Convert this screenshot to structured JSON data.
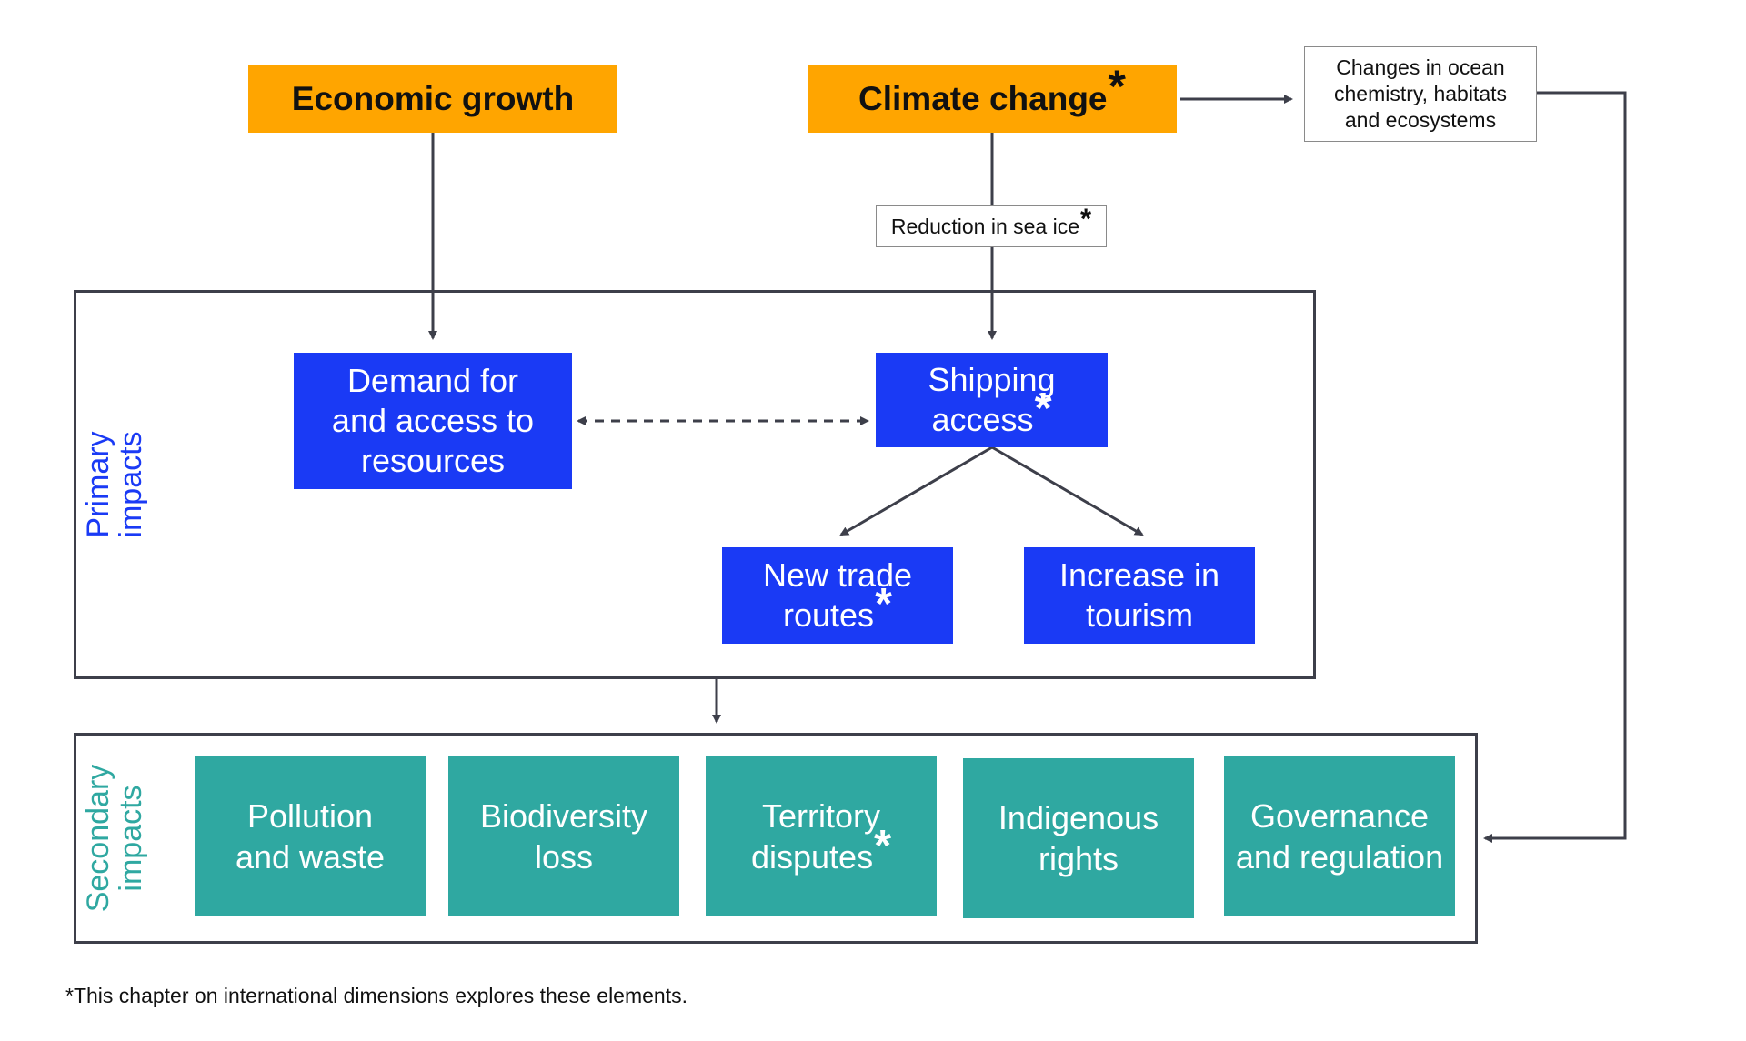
{
  "colors": {
    "driver": "#ffa500",
    "primary": "#1a3af5",
    "secondary": "#2fa8a1",
    "connector": "#3d3f4a",
    "frame": "#3d3f4a"
  },
  "drivers": {
    "economic_growth": "Economic growth",
    "climate_change": "Climate change"
  },
  "notes": {
    "ocean": [
      "Changes in ocean",
      "chemistry, habitats",
      "and ecosystems"
    ],
    "sea_ice": "Reduction in sea ice"
  },
  "primary": {
    "label": [
      "Primary",
      "impacts"
    ],
    "demand": [
      "Demand for",
      "and access to",
      "resources"
    ],
    "shipping": [
      "Shipping",
      "access"
    ],
    "trade": [
      "New trade",
      "routes"
    ],
    "tourism": [
      "Increase in",
      "tourism"
    ]
  },
  "secondary": {
    "label": [
      "Secondary",
      "impacts"
    ],
    "items": [
      [
        "Pollution",
        "and waste"
      ],
      [
        "Biodiversity",
        "loss"
      ],
      [
        "Territory",
        "disputes"
      ],
      [
        "Indigenous",
        "rights"
      ],
      [
        "Governance",
        "and regulation"
      ]
    ]
  },
  "asterisk": "*",
  "footnote": "*This chapter on international dimensions explores these elements."
}
